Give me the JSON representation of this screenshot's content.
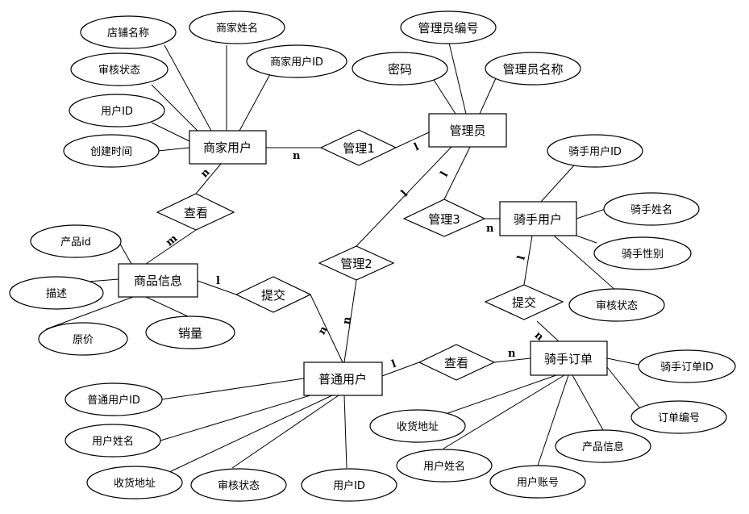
{
  "entities": {
    "merchant": "商家用户",
    "admin": "管理员",
    "rider": "骑手用户",
    "product": "商品信息",
    "user": "普通用户",
    "order": "骑手订单"
  },
  "attributes": {
    "merchant_shop_name": "店铺名称",
    "merchant_name": "商家姓名",
    "merchant_review_status": "审核状态",
    "merchant_user_id": "商家用户ID",
    "merchant_uid": "用户ID",
    "merchant_created": "创建时间",
    "admin_no": "管理员编号",
    "admin_password": "密码",
    "admin_name": "管理员名称",
    "rider_user_id": "骑手用户ID",
    "rider_name": "骑手姓名",
    "rider_gender": "骑手性别",
    "rider_review_status": "审核状态",
    "product_id": "产品id",
    "product_desc": "描述",
    "product_price": "原价",
    "product_sales": "销量",
    "user_general_id": "普通用户ID",
    "user_name": "用户姓名",
    "user_address": "收货地址",
    "user_review_status": "审核状态",
    "user_uid": "用户ID",
    "order_rider_order_id": "骑手订单ID",
    "order_no": "订单编号",
    "order_product_info": "产品信息",
    "order_user_account": "用户账号",
    "order_user_name": "用户姓名",
    "order_address": "收货地址"
  },
  "relationships": {
    "manage1": "管理1",
    "manage2": "管理2",
    "manage3": "管理3",
    "view_product": "查看",
    "submit_product": "提交",
    "submit_order": "提交",
    "view_order": "查看"
  },
  "cardinalities": {
    "merchant_manage1": "n",
    "admin_manage1": "l",
    "admin_manage2": "l",
    "user_manage2": "n",
    "admin_manage3": "l",
    "rider_manage3": "n",
    "merchant_view": "n",
    "product_view": "m",
    "product_submit": "l",
    "user_submit": "n",
    "rider_submit": "l",
    "order_submit": "n",
    "user_view_order": "l",
    "order_view_order": "n"
  }
}
